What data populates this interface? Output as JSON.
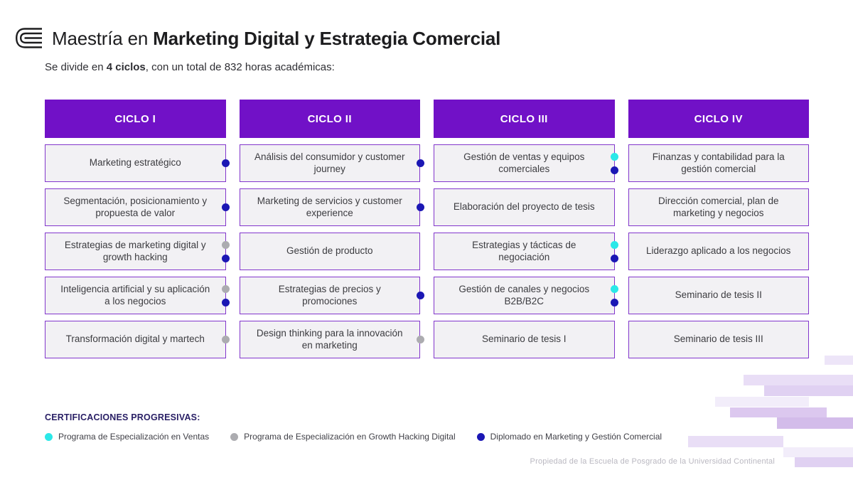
{
  "header": {
    "title_prefix": "Maestría en ",
    "title_bold": "Marketing Digital y Estrategia Comercial",
    "subtitle_pre": "Se divide en ",
    "subtitle_bold": "4 ciclos",
    "subtitle_post": ", con un total de 832 horas académicas:"
  },
  "colors": {
    "purple": "#7111C7",
    "card_border": "#8236CC",
    "card_bg": "#F2F1F4",
    "cyan": "#2BE8E8",
    "gray": "#ACACB0",
    "blue": "#1B17B4"
  },
  "cycles": [
    {
      "label": "CICLO I",
      "courses": [
        {
          "name": "Marketing estratégico",
          "dots": [
            "blue"
          ]
        },
        {
          "name": "Segmentación, posicionamiento y propuesta de valor",
          "dots": [
            "blue"
          ]
        },
        {
          "name": "Estrategias de marketing digital y growth hacking",
          "dots": [
            "gray",
            "blue"
          ]
        },
        {
          "name": "Inteligencia artificial y su aplicación a los negocios",
          "dots": [
            "gray",
            "blue"
          ]
        },
        {
          "name": "Transformación digital y martech",
          "dots": [
            "gray"
          ]
        }
      ]
    },
    {
      "label": "CICLO II",
      "courses": [
        {
          "name": "Análisis del consumidor y customer journey",
          "dots": [
            "blue"
          ]
        },
        {
          "name": "Marketing de servicios y customer experience",
          "dots": [
            "blue"
          ]
        },
        {
          "name": "Gestión de producto",
          "dots": []
        },
        {
          "name": "Estrategias de precios y promociones",
          "dots": [
            "blue"
          ]
        },
        {
          "name": "Design thinking para la innovación en marketing",
          "dots": [
            "gray"
          ]
        }
      ]
    },
    {
      "label": "CICLO III",
      "courses": [
        {
          "name": "Gestión de ventas y equipos comerciales",
          "dots": [
            "cyan",
            "blue"
          ]
        },
        {
          "name": "Elaboración del proyecto de tesis",
          "dots": []
        },
        {
          "name": "Estrategias y tácticas de negociación",
          "dots": [
            "cyan",
            "blue"
          ]
        },
        {
          "name": "Gestión de canales y negocios B2B/B2C",
          "dots": [
            "cyan",
            "blue"
          ]
        },
        {
          "name": "Seminario de tesis I",
          "dots": []
        }
      ]
    },
    {
      "label": "CICLO IV",
      "courses": [
        {
          "name": "Finanzas y contabilidad para la gestión comercial",
          "dots": []
        },
        {
          "name": "Dirección comercial, plan de marketing y negocios",
          "dots": []
        },
        {
          "name": "Liderazgo aplicado a los negocios",
          "dots": []
        },
        {
          "name": "Seminario de tesis II",
          "dots": []
        },
        {
          "name": "Seminario de tesis III",
          "dots": []
        }
      ]
    }
  ],
  "legend": {
    "title": "CERTIFICACIONES PROGRESIVAS:",
    "items": [
      {
        "color": "cyan",
        "label": "Programa de Especialización en Ventas"
      },
      {
        "color": "gray",
        "label": "Programa de Especialización en Growth Hacking Digital"
      },
      {
        "color": "blue",
        "label": "Diplomado en Marketing y Gestión Comercial"
      }
    ]
  },
  "footer": {
    "text": "Propiedad de la Escuela de Posgrado de la Universidad Continental"
  }
}
